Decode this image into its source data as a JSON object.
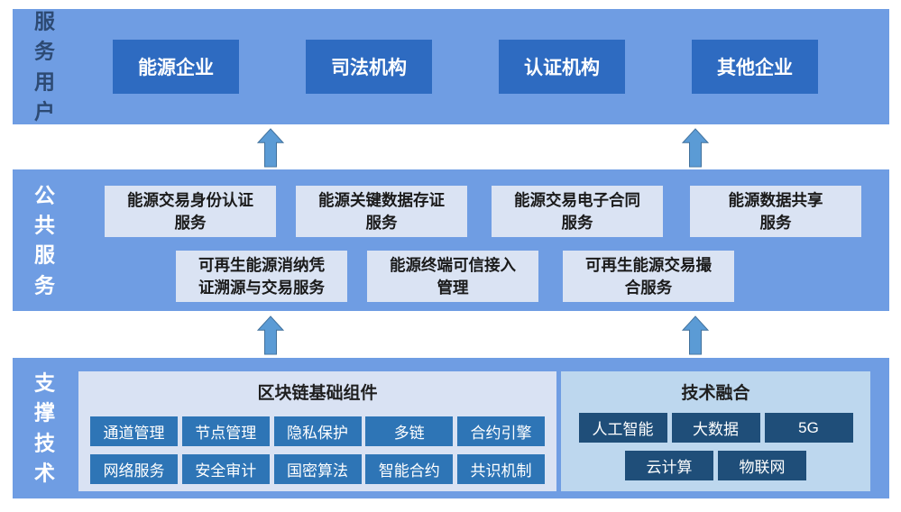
{
  "colors": {
    "band_bg": "#6F9DE3",
    "user_box_bg": "#2E6BC1",
    "service_box_bg": "#DAE3F3",
    "blockchain_panel_bg": "#D9E2F3",
    "fusion_panel_bg": "#BDD7EE",
    "blockchain_chip_bg": "#2E75B6",
    "fusion_chip_bg": "#1F4E79",
    "arrow_fill": "#5B9BD5",
    "arrow_stroke": "#41719C",
    "users_label_color": "#2D4A73"
  },
  "users_band": {
    "label": "服务用户",
    "boxes": [
      "能源企业",
      "司法机构",
      "认证机构",
      "其他企业"
    ]
  },
  "services_band": {
    "label": "公共服务",
    "row1": [
      "能源交易身份认证\n服务",
      "能源关键数据存证\n服务",
      "能源交易电子合同\n服务",
      "能源数据共享\n服务"
    ],
    "row2": [
      "可再生能源消纳凭\n证溯源与交易服务",
      "能源终端可信接入\n管理",
      "可再生能源交易撮\n合服务"
    ]
  },
  "tech_band": {
    "label": "支撑技术",
    "blockchain": {
      "title": "区块链基础组件",
      "row1": [
        "通道管理",
        "节点管理",
        "隐私保护",
        "多链",
        "合约引擎"
      ],
      "row2": [
        "网络服务",
        "安全审计",
        "国密算法",
        "智能合约",
        "共识机制"
      ]
    },
    "fusion": {
      "title": "技术融合",
      "row1": [
        "人工智能",
        "大数据",
        "5G"
      ],
      "row2": [
        "云计算",
        "物联网"
      ]
    }
  }
}
